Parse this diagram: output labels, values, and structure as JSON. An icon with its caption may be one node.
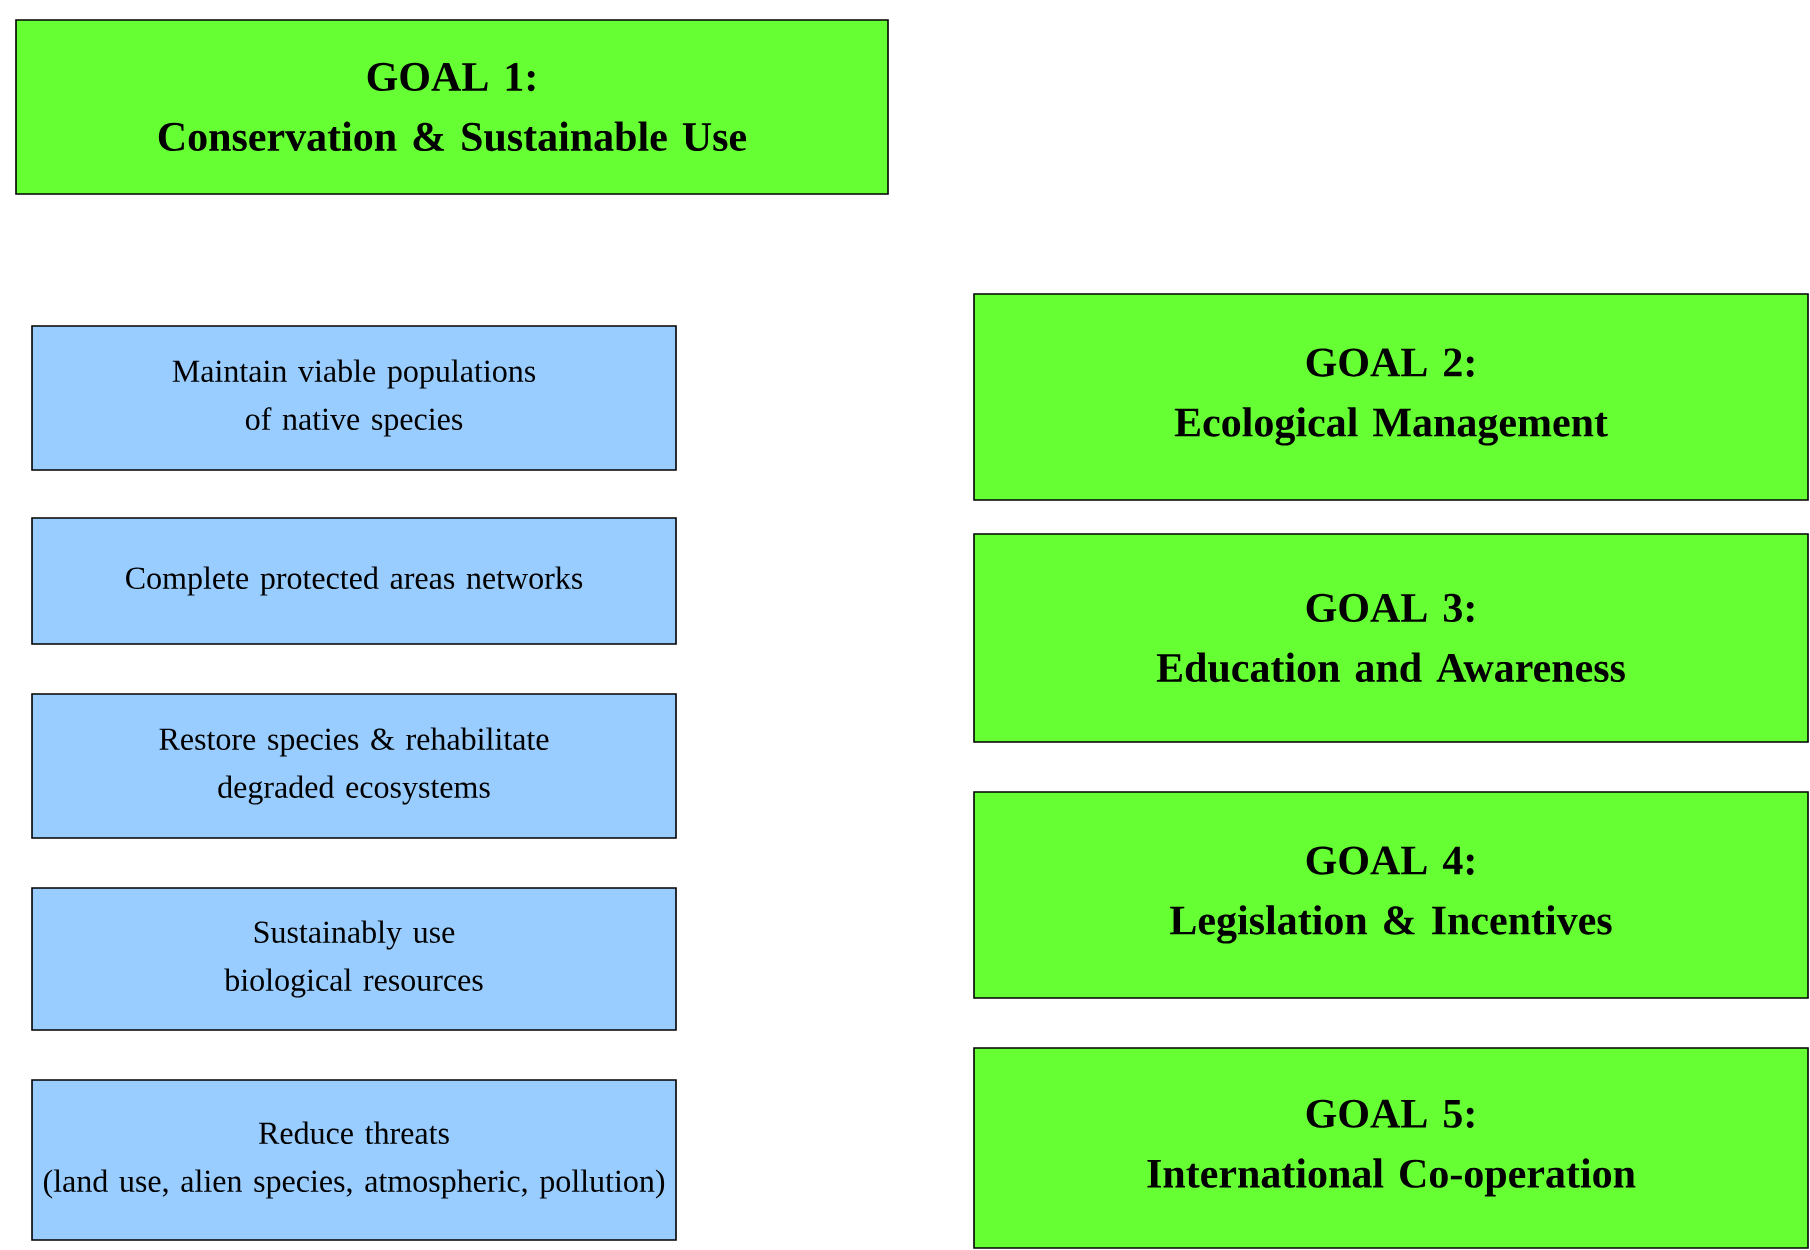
{
  "diagram": {
    "nodes": [
      {
        "text": [
          "GOAL 1:",
          "Conservation & Sustainable Use"
        ]
      },
      {
        "text": [
          "Maintain viable populations of native species"
        ]
      },
      {
        "text": [
          "Complete protected areas networks"
        ]
      },
      {
        "text": [
          "Restore species & rehabilitate degraded ecosystems"
        ]
      },
      {
        "text": [
          "Sustainably use biological resources"
        ]
      },
      {
        "text": [
          "Reduce threats",
          "(land use, alien species, atmospheric, pollution)"
        ]
      },
      {
        "text": [
          "GOAL 2:",
          "Ecological Management"
        ]
      },
      {
        "text": [
          "GOAL 3:",
          "Education and Awareness"
        ]
      },
      {
        "text": [
          "GOAL 4:",
          "Legislation & Incentives"
        ]
      },
      {
        "text": [
          "GOAL 5:",
          "International Co-operation"
        ]
      }
    ]
  }
}
